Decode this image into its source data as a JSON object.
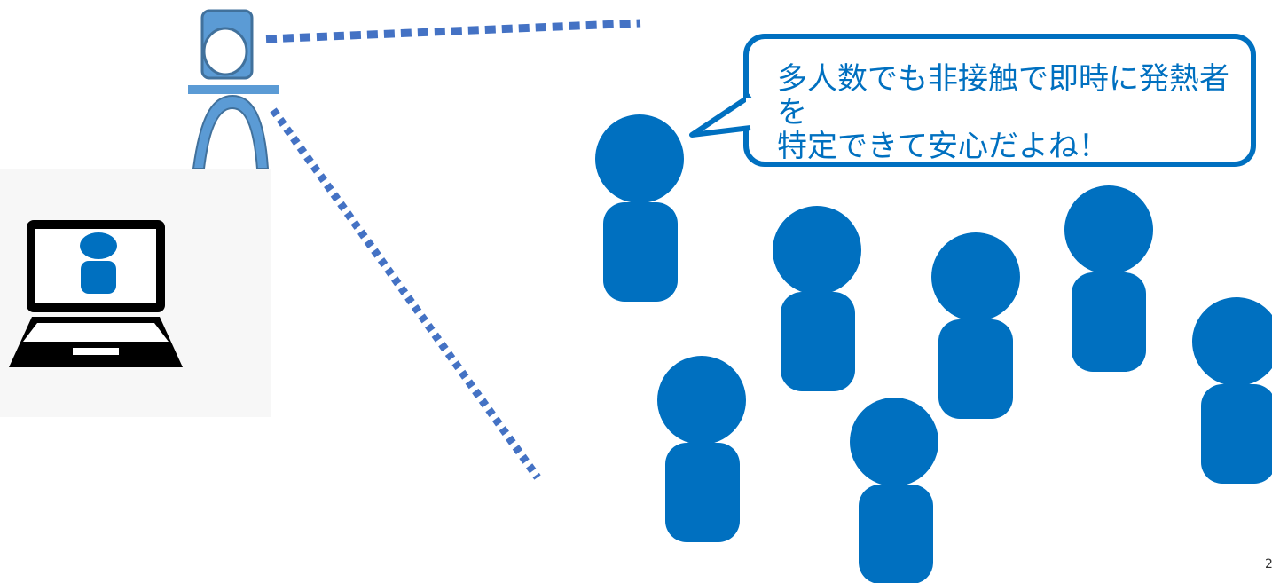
{
  "speech_bubble": {
    "line1": "多人数でも非接触で即時に発熱者を",
    "line2": "特定できて安心だよね！"
  },
  "page_number": "2",
  "colors": {
    "person_blue": "#0070C0",
    "camera_blue": "#5B9BD5",
    "camera_outline": "#41719C",
    "laptop_black": "#000000"
  },
  "icons": [
    "thermal-camera-icon",
    "laptop-icon",
    "person-icon",
    "speech-bubble"
  ]
}
